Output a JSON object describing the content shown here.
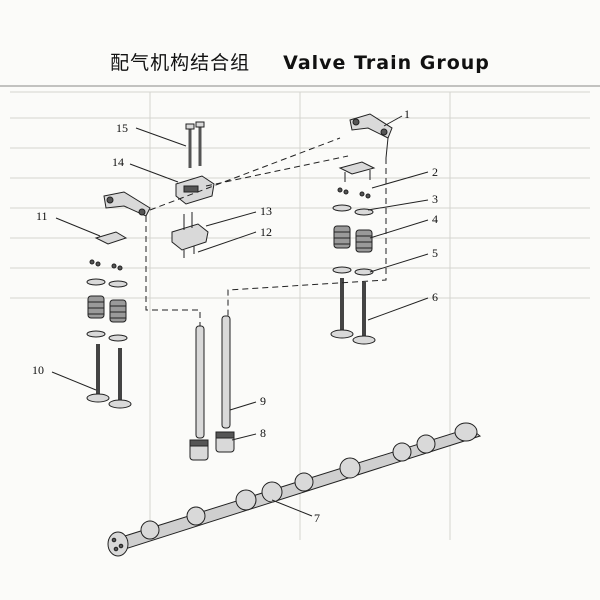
{
  "title": {
    "chinese": "配气机构结合组",
    "english": "Valve Train Group"
  },
  "callouts": {
    "c1": "1",
    "c2": "2",
    "c3": "3",
    "c4": "4",
    "c5": "5",
    "c6": "6",
    "c7": "7",
    "c8": "8",
    "c9": "9",
    "c10": "10",
    "c11": "11",
    "c12": "12",
    "c13": "13",
    "c14": "14",
    "c15": "15"
  }
}
